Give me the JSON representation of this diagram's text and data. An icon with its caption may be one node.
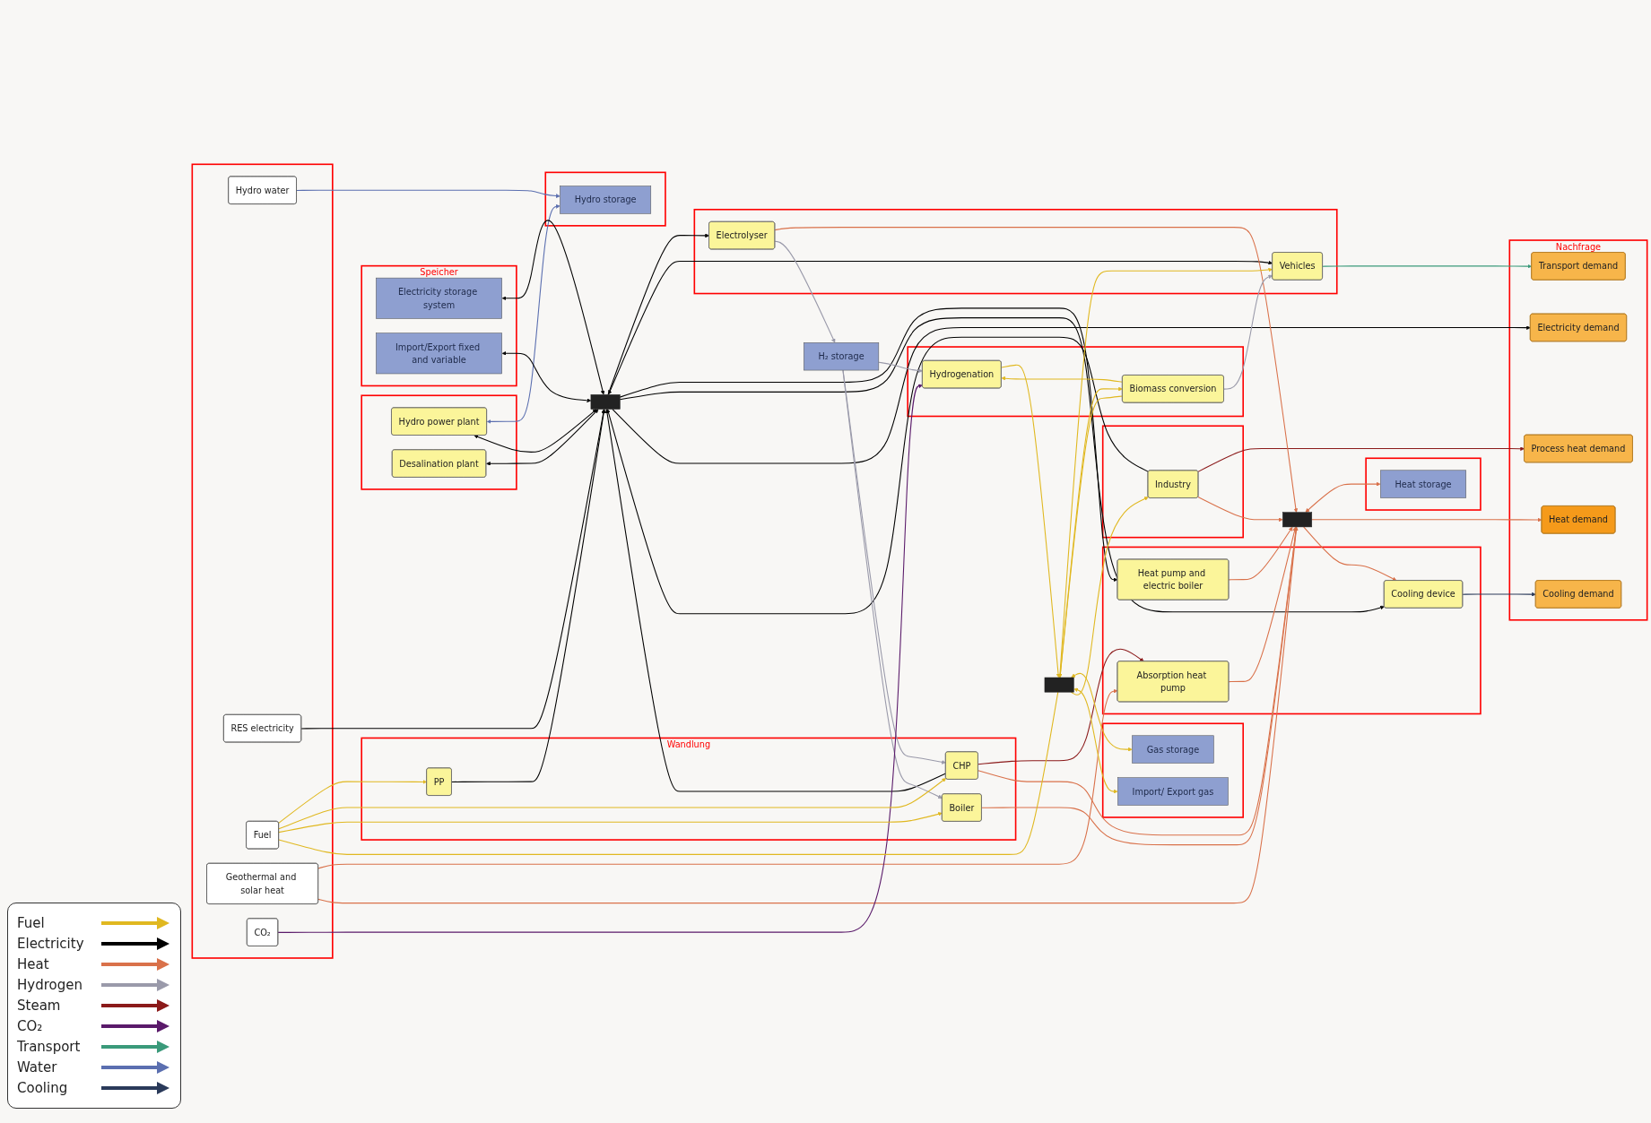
{
  "diagram": {
    "nodes": [
      {
        "text": [],
        "shape": "box"
      },
      {
        "text": [
          "Hydro water"
        ],
        "in": 0
      },
      {
        "text": [
          "RES electricity"
        ],
        "in": 0
      },
      {
        "text": [
          "Fuel"
        ],
        "in": 0
      },
      {
        "text": [
          "Geothermal and solar heat"
        ],
        "in": 0
      },
      {
        "text": [
          "CO₂"
        ],
        "in": 0
      },
      {
        "text": [],
        "shape": "box"
      },
      {
        "text": [
          "Hydro storage"
        ],
        "in": 6
      },
      {
        "text": [],
        "shape": "box"
      },
      {
        "text": [
          "Hydro power plant"
        ],
        "in": 8
      },
      {
        "text": [
          "Desalination plant"
        ],
        "in": 8
      },
      {
        "text": [
          "Speicher"
        ]
      },
      {
        "text": [
          "Electricity storage system"
        ],
        "in": 11
      },
      {
        "text": [
          "Import/Export fixed and variable"
        ],
        "in": 11
      },
      {
        "text": [
          "Wandlung"
        ]
      },
      {
        "text": [
          "PP"
        ],
        "in": 14
      },
      {
        "text": [
          "CHP"
        ],
        "in": 14
      },
      {
        "text": [
          "Boiler"
        ],
        "in": 14
      },
      {
        "text": [],
        "shape": "box"
      },
      {
        "text": [
          "Absorption heat pump"
        ],
        "in": 18
      },
      {
        "text": [
          "Heat pump and electric boiler"
        ],
        "in": 18
      },
      {
        "text": [
          "Cooling device"
        ],
        "in": 18
      },
      {
        "text": [
          "H₂ storage"
        ]
      },
      {
        "text": [],
        "shape": "box"
      },
      {
        "text": [
          "Electrolyser"
        ],
        "in": 23
      },
      {
        "text": [
          "Vehicles"
        ],
        "in": 23
      },
      {
        "text": [],
        "shape": "box"
      },
      {
        "text": [
          "Hydrogenation"
        ],
        "in": 26
      },
      {
        "text": [
          "Biomass conversion"
        ],
        "in": 26
      },
      {
        "text": [],
        "shape": "box"
      },
      {
        "text": [
          "Heat storage"
        ],
        "in": 29
      },
      {
        "text": [],
        "shape": "box"
      },
      {
        "text": [
          "Gas storage"
        ],
        "in": 31
      },
      {
        "text": [
          "Import/ Export gas"
        ],
        "in": 31
      },
      {
        "text": [],
        "shape": "box"
      },
      {
        "text": [
          "Industry"
        ],
        "in": 34
      },
      {
        "text": [
          "Nachfrage"
        ]
      },
      {
        "text": [
          "Electricity demand"
        ],
        "in": 36
      },
      {
        "text": [
          "Cooling demand"
        ],
        "in": 36
      },
      {
        "text": [
          "Heat demand"
        ],
        "in": 36
      },
      {
        "text": [
          "Transport demand"
        ],
        "in": 36
      },
      {
        "text": [
          "Process heat demand"
        ],
        "in": 36
      },
      {
        "text": [],
        "shape": "bar"
      },
      {
        "text": [],
        "shape": "bar"
      },
      {
        "text": [],
        "shape": "bar"
      }
    ],
    "edges": [
      {
        "from": 1,
        "to": 7,
        "arrow": "to",
        "color": "#5b6fb0"
      },
      {
        "from": 9,
        "to": 7,
        "arrow": "both",
        "color": "#5b6fb0"
      },
      {
        "from": 2,
        "to": 42,
        "arrow": "to",
        "color": "#000000"
      },
      {
        "from": 15,
        "to": 42,
        "arrow": "to",
        "color": "#000000"
      },
      {
        "from": 16,
        "to": 42,
        "arrow": "to",
        "color": "#000000"
      },
      {
        "from": 9,
        "to": 42,
        "arrow": "both",
        "color": "#000000"
      },
      {
        "from": 10,
        "to": 42,
        "arrow": "both",
        "color": "#000000"
      },
      {
        "from": 12,
        "to": 42,
        "arrow": "both",
        "color": "#000000"
      },
      {
        "from": 13,
        "to": 42,
        "arrow": "both",
        "color": "#000000"
      },
      {
        "from": 42,
        "to": 24,
        "arrow": "to",
        "color": "#000000"
      },
      {
        "from": 42,
        "to": 25,
        "arrow": "both",
        "color": "#000000"
      },
      {
        "from": 42,
        "to": 20,
        "arrow": "to",
        "color": "#000000"
      },
      {
        "from": 35,
        "to": 42,
        "arrow": "to",
        "color": "#000000"
      },
      {
        "from": 42,
        "to": 21,
        "arrow": "to",
        "color": "#000000"
      },
      {
        "from": 42,
        "to": 37,
        "arrow": "to",
        "color": "#000000"
      },
      {
        "from": 16,
        "to": 19,
        "arrow": "to",
        "color": "#8b1a1a"
      },
      {
        "from": 35,
        "to": 41,
        "arrow": "to",
        "color": "#8b1a1a"
      },
      {
        "from": 4,
        "to": 19,
        "arrow": "to",
        "color": "#d9714a"
      },
      {
        "from": 4,
        "to": 43,
        "arrow": "to",
        "color": "#d9714a"
      },
      {
        "from": 16,
        "to": 43,
        "arrow": "to",
        "color": "#d9714a"
      },
      {
        "from": 17,
        "to": 43,
        "arrow": "none",
        "color": "#d9714a"
      },
      {
        "from": 19,
        "to": 43,
        "arrow": "to",
        "color": "#d9714a"
      },
      {
        "from": 20,
        "to": 43,
        "arrow": "to",
        "color": "#d9714a"
      },
      {
        "from": 24,
        "to": 43,
        "arrow": "to",
        "color": "#d9714a"
      },
      {
        "from": 35,
        "to": 43,
        "arrow": "to",
        "color": "#d9714a"
      },
      {
        "from": 43,
        "to": 21,
        "arrow": "to",
        "color": "#d9714a"
      },
      {
        "from": 43,
        "to": 30,
        "arrow": "both",
        "color": "#d9714a"
      },
      {
        "from": 43,
        "to": 39,
        "arrow": "to",
        "color": "#d9714a"
      },
      {
        "from": 24,
        "to": 22,
        "arrow": "to",
        "color": "#9a9aaa"
      },
      {
        "from": 22,
        "to": 16,
        "arrow": "to",
        "color": "#9a9aaa"
      },
      {
        "from": 22,
        "to": 17,
        "arrow": "to",
        "color": "#9a9aaa"
      },
      {
        "from": 22,
        "to": 27,
        "arrow": "to",
        "color": "#9a9aaa"
      },
      {
        "from": 28,
        "to": 25,
        "arrow": "to",
        "color": "#9a9aaa"
      },
      {
        "from": 25,
        "to": 40,
        "arrow": "to",
        "color": "#3a9a7a"
      },
      {
        "from": 21,
        "to": 38,
        "arrow": "to",
        "color": "#2a3a5a"
      },
      {
        "from": 5,
        "to": 27,
        "arrow": "to",
        "color": "#5a1a6a"
      },
      {
        "from": 3,
        "to": 15,
        "arrow": "to",
        "color": "#e0b820"
      },
      {
        "from": 3,
        "to": 16,
        "arrow": "to",
        "color": "#e0b820"
      },
      {
        "from": 3,
        "to": 17,
        "arrow": "to",
        "color": "#e0b820"
      },
      {
        "from": 3,
        "to": 44,
        "arrow": "none",
        "color": "#e0b820"
      },
      {
        "from": 28,
        "to": 27,
        "arrow": "to",
        "color": "#e0b820"
      },
      {
        "from": 27,
        "to": 44,
        "arrow": "to",
        "color": "#e0b820"
      },
      {
        "from": 28,
        "to": 44,
        "arrow": "to",
        "color": "#e0b820"
      },
      {
        "from": 44,
        "to": 28,
        "arrow": "to",
        "color": "#e0b820"
      },
      {
        "from": 44,
        "to": 32,
        "arrow": "both",
        "color": "#e0b820"
      },
      {
        "from": 44,
        "to": 33,
        "arrow": "both",
        "color": "#e0b820"
      },
      {
        "from": 44,
        "to": 25,
        "arrow": "to",
        "color": "#e0b820"
      },
      {
        "from": 44,
        "to": 35,
        "arrow": "to",
        "color": "#e0b820"
      }
    ],
    "legend": [
      {
        "text": "Fuel"
      },
      {
        "text": "Electricity"
      },
      {
        "text": "Heat"
      },
      {
        "text": "Hydrogen"
      },
      {
        "text": "Steam"
      },
      {
        "text": "CO₂"
      },
      {
        "text": "Transport"
      },
      {
        "text": "Water"
      },
      {
        "text": "Cooling"
      }
    ]
  }
}
